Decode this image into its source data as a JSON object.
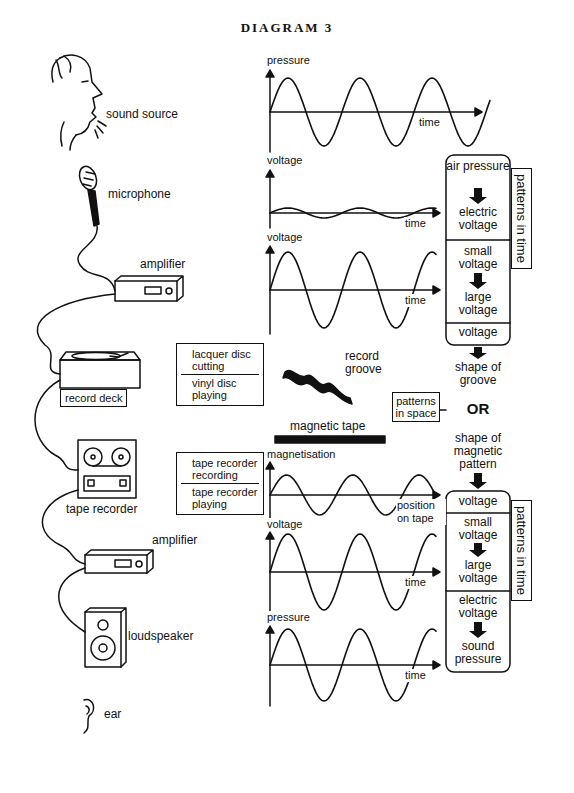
{
  "diagram": {
    "title": "DIAGRAM 3",
    "nodes": [
      {
        "text": [
          "lacquer disc cutting",
          "vinyl disc playing"
        ]
      },
      {
        "text": [
          "record deck"
        ]
      },
      {
        "text": [
          "tape recorder recording",
          "tape recorder playing"
        ]
      },
      {
        "text": [
          "patterns in space"
        ]
      },
      {
        "text": [
          "patterns in time"
        ]
      },
      {
        "text": [
          "patterns in time"
        ]
      }
    ],
    "labels": [
      "sound source",
      "pressure",
      "time",
      "microphone",
      "voltage",
      "time",
      "air pressure",
      "electric voltage",
      "amplifier",
      "voltage",
      "time",
      "small voltage",
      "large voltage",
      "voltage",
      "shape of groove",
      "record groove",
      "magnetic tape",
      "OR",
      "tape recorder",
      "magnetisation",
      "position on tape",
      "shape of magnetic pattern",
      "voltage",
      "amplifier",
      "voltage",
      "time",
      "small voltage",
      "large voltage",
      "loudspeaker",
      "pressure",
      "time",
      "electric voltage",
      "sound pressure",
      "ear"
    ]
  }
}
